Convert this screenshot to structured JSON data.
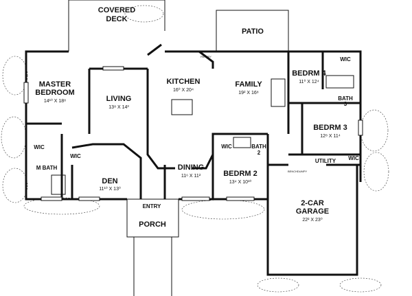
{
  "rooms": {
    "covered_deck": {
      "name_line1": "COVERED",
      "name_line2": "DECK"
    },
    "patio": {
      "name": "PATIO"
    },
    "master_bedroom": {
      "name_line1": "MASTER",
      "name_line2": "BEDROOM",
      "dims": "14¹⁰ X 18⁸"
    },
    "living": {
      "name": "LIVING",
      "dims": "13⁸ X 14³"
    },
    "kitchen": {
      "name": "KITCHEN",
      "dims": "16⁰ X 20⁴"
    },
    "pantry": {
      "name": "PANTRY"
    },
    "family": {
      "name": "FAMILY",
      "dims": "19² X 16⁸"
    },
    "bedrm4": {
      "name": "BEDRM 4",
      "dims": "11⁰ X 12⁴"
    },
    "wic_bedrm4": {
      "name": "WIC"
    },
    "bath3": {
      "name_line1": "BATH",
      "name_line2": "3"
    },
    "bedrm3": {
      "name": "BEDRM 3",
      "dims": "12⁸ X 11⁴"
    },
    "wic_bedrm3": {
      "name": "WIC"
    },
    "utility": {
      "name": "UTILITY"
    },
    "bench": {
      "name": "BENCH"
    },
    "dumpy": {
      "name": "DUMPY"
    },
    "wic_master1": {
      "name": "WIC"
    },
    "wic_master2": {
      "name": "WIC"
    },
    "m_bath": {
      "name": "M BATH"
    },
    "den": {
      "name": "DEN",
      "dims": "11¹⁰ X 13⁰"
    },
    "dining": {
      "name": "DINING",
      "dims": "11⁶ X 11²"
    },
    "wic_bedrm2": {
      "name": "WIC"
    },
    "bath2": {
      "name_line1": "BATH",
      "name_line2": "2"
    },
    "bedrm2": {
      "name": "BEDRM 2",
      "dims": "13⁴ X 10¹⁰"
    },
    "entry": {
      "name": "ENTRY"
    },
    "porch": {
      "name": "PORCH"
    },
    "garage": {
      "name_line1": "2-CAR",
      "name_line2": "GARAGE",
      "dims": "22² X 23⁰"
    }
  }
}
